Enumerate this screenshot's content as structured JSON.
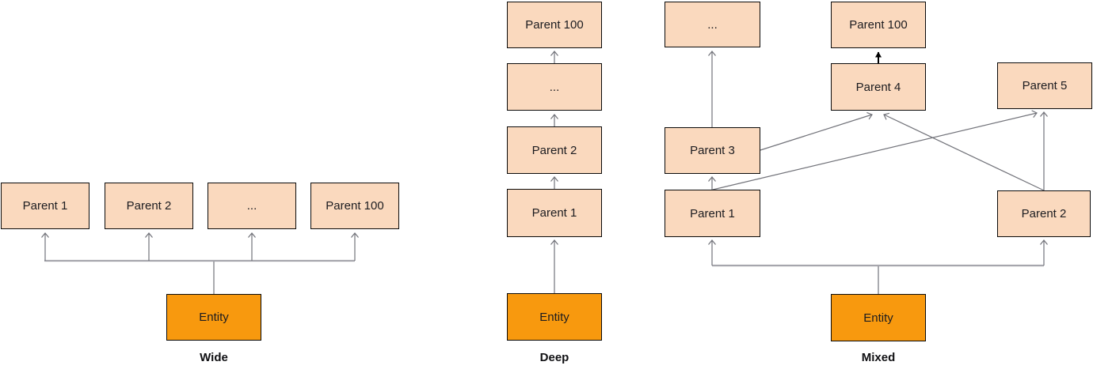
{
  "colors": {
    "parent_fill": "#FAD9BE",
    "entity_fill": "#F8990E",
    "box_border": "#0A0A0A",
    "connector_gray": "#72737A",
    "bus_gray": "#A6A6AD",
    "emphasis_arrow": "#000000",
    "text": "#1C1C20"
  },
  "wide": {
    "caption": "Wide",
    "entity": "Entity",
    "parents": [
      "Parent 1",
      "Parent 2",
      "...",
      "Parent 100"
    ],
    "edges": [
      {
        "from": "Entity",
        "to": "Parent 1"
      },
      {
        "from": "Entity",
        "to": "Parent 2"
      },
      {
        "from": "Entity",
        "to": "..."
      },
      {
        "from": "Entity",
        "to": "Parent 100"
      }
    ]
  },
  "deep": {
    "caption": "Deep",
    "entity": "Entity",
    "parents": [
      "Parent 1",
      "Parent 2",
      "...",
      "Parent 100"
    ],
    "edges": [
      {
        "from": "Entity",
        "to": "Parent 1"
      },
      {
        "from": "Parent 1",
        "to": "Parent 2"
      },
      {
        "from": "Parent 2",
        "to": "..."
      },
      {
        "from": "...",
        "to": "Parent 100"
      }
    ]
  },
  "mixed": {
    "caption": "Mixed",
    "entity": "Entity",
    "parents": [
      "Parent 1",
      "Parent 2",
      "Parent 3",
      "Parent 4",
      "Parent 5",
      "...",
      "Parent 100"
    ],
    "edges": [
      {
        "from": "Entity",
        "to": "Parent 1"
      },
      {
        "from": "Entity",
        "to": "Parent 2"
      },
      {
        "from": "Parent 1",
        "to": "Parent 3"
      },
      {
        "from": "Parent 1",
        "to": "Parent 5"
      },
      {
        "from": "Parent 2",
        "to": "Parent 4"
      },
      {
        "from": "Parent 2",
        "to": "Parent 5"
      },
      {
        "from": "Parent 3",
        "to": "..."
      },
      {
        "from": "Parent 3",
        "to": "Parent 4"
      },
      {
        "from": "Parent 4",
        "to": "Parent 100",
        "emphasis": true
      }
    ]
  }
}
